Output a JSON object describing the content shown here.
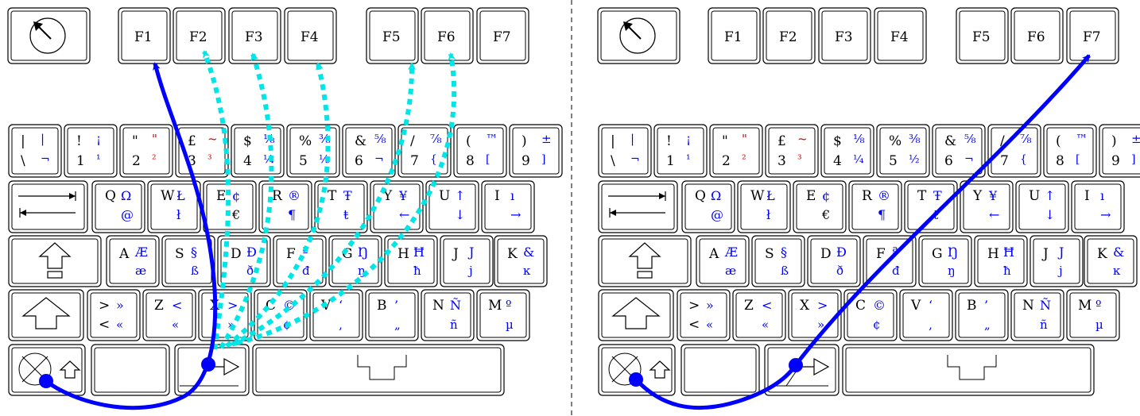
{
  "colors": {
    "blue": "#0000ff",
    "cyan": "#00e6e6",
    "red": "#e00000",
    "outline": "#000000"
  },
  "function_keys": [
    "F1",
    "F2",
    "F3",
    "F4",
    "F5",
    "F6",
    "F7"
  ],
  "row_numbers": [
    {
      "tl": "|",
      "bl": "\\",
      "tr": "|",
      "br": "¬"
    },
    {
      "tl": "!",
      "bl": "1",
      "tr": "¡",
      "br": "¹"
    },
    {
      "tl": "\"",
      "bl": "2",
      "tr": "\"",
      "br": "²"
    },
    {
      "tl": "£",
      "bl": "3",
      "tr": "~",
      "br": "³"
    },
    {
      "tl": "$",
      "bl": "4",
      "tr": "⅛",
      "br": "¼"
    },
    {
      "tl": "%",
      "bl": "5",
      "tr": "⅜",
      "br": "½"
    },
    {
      "tl": "&",
      "bl": "6",
      "tr": "⅝",
      "br": "¬"
    },
    {
      "tl": "/",
      "bl": "7",
      "tr": "⅞",
      "br": "{"
    },
    {
      "tl": "(",
      "bl": "8",
      "tr": "™",
      "br": "["
    },
    {
      "tl": ")",
      "bl": "9",
      "tr": "±",
      "br": "]"
    }
  ],
  "row_q": [
    {
      "tl": "Q",
      "tr": "Ω",
      "br": "@"
    },
    {
      "tl": "W",
      "tr": "Ł",
      "br": "ł"
    },
    {
      "tl": "E",
      "tr": "¢",
      "br": "€"
    },
    {
      "tl": "R",
      "tr": "®",
      "br": "¶"
    },
    {
      "tl": "T",
      "tr": "Ŧ",
      "br": "ŧ"
    },
    {
      "tl": "Y",
      "tr": "¥",
      "br": "←"
    },
    {
      "tl": "U",
      "tr": "↑",
      "br": "↓"
    },
    {
      "tl": "I",
      "tr": "ı",
      "br": "→"
    }
  ],
  "row_a": [
    {
      "tl": "A",
      "tr": "Æ",
      "br": "æ"
    },
    {
      "tl": "S",
      "tr": "§",
      "br": "ß"
    },
    {
      "tl": "D",
      "tr": "Ð",
      "br": "ð"
    },
    {
      "tl": "F",
      "tr": "ª",
      "br": "đ"
    },
    {
      "tl": "G",
      "tr": "Ŋ",
      "br": "ŋ"
    },
    {
      "tl": "H",
      "tr": "Ħ",
      "br": "ħ"
    },
    {
      "tl": "J",
      "tr": "J",
      "br": "j"
    },
    {
      "tl": "K",
      "tr": "&",
      "br": "ĸ"
    }
  ],
  "row_z": [
    {
      "tl": ">",
      "bl": "<",
      "tr": "»",
      "br": "«"
    },
    {
      "tl": "Z",
      "tr": "<",
      "br": "«"
    },
    {
      "tl": "X",
      "tr": ">",
      "br": "»"
    },
    {
      "tl": "C",
      "tr": "©",
      "br": "¢"
    },
    {
      "tl": "V",
      "tr": "‘",
      "br": "‚"
    },
    {
      "tl": "B",
      "tr": "’",
      "br": "„"
    },
    {
      "tl": "N",
      "tr": "Ñ",
      "br": "ñ"
    },
    {
      "tl": "M",
      "tr": "º",
      "br": "µ"
    }
  ]
}
